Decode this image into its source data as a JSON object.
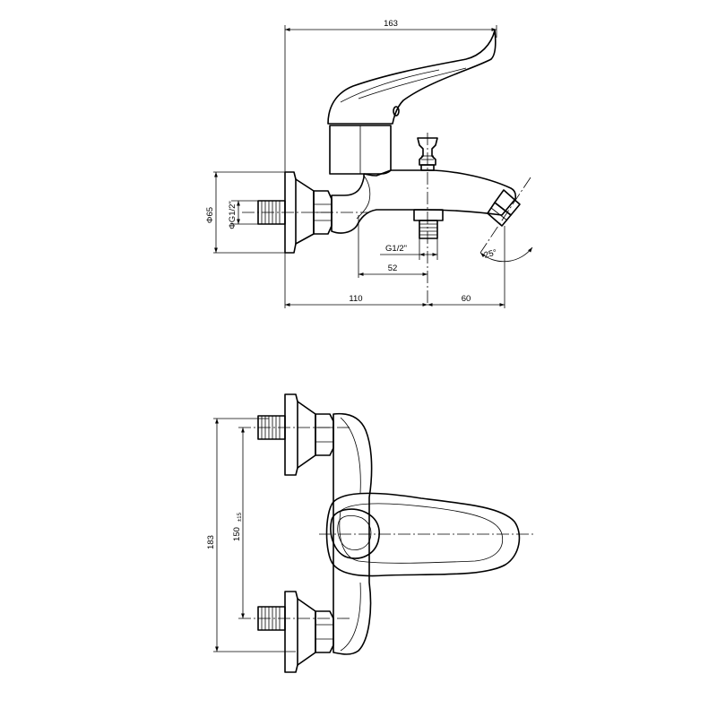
{
  "side_view": {
    "dim_total_length": "163",
    "dim_body_depth": "110",
    "dim_spout_reach": "60",
    "dim_diverter_offset": "52",
    "dim_diverter_thread": "G1/2\"",
    "dim_flange_diameter": "Φ65",
    "dim_inlet_thread": "ΦG1/2\"",
    "dim_outlet_angle": "25°"
  },
  "front_view": {
    "dim_overall_height": "183",
    "dim_centers": "150",
    "dim_centers_tolerance": "±15"
  }
}
